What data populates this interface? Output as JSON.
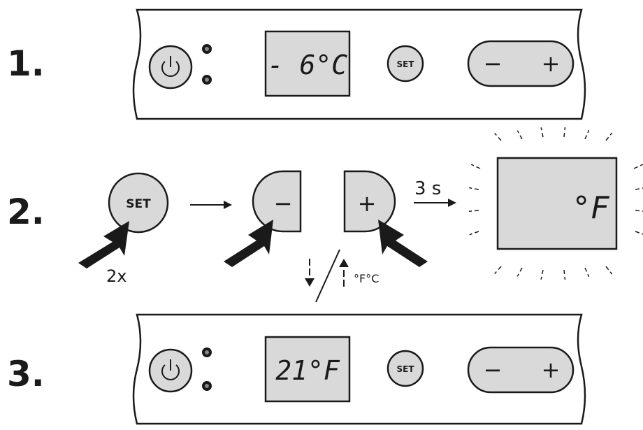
{
  "steps": [
    {
      "number": "1.",
      "display": "- 6°C",
      "set_label": "SET",
      "minus": "−",
      "plus": "+"
    },
    {
      "number": "2.",
      "set_label": "SET",
      "minus": "−",
      "plus": "+",
      "press_count": "2x",
      "hold_time": "3 s",
      "display": "°F",
      "unit_toggle": "°F°C"
    },
    {
      "number": "3.",
      "display": "21°F",
      "set_label": "SET",
      "minus": "−",
      "plus": "+"
    }
  ],
  "colors": {
    "panel_fill": "#ffffff",
    "lcd_fill": "#d9d9d9",
    "button_fill": "#d9d9d9",
    "stroke": "#1a1a1a",
    "arrow": "#1a1a1a"
  },
  "icons": {
    "power": "power-icon",
    "indicator": "indicator-dot-icon",
    "press_arrow": "press-arrow-icon",
    "down_arrow": "down-arrow-icon",
    "up_arrow": "up-arrow-icon"
  }
}
